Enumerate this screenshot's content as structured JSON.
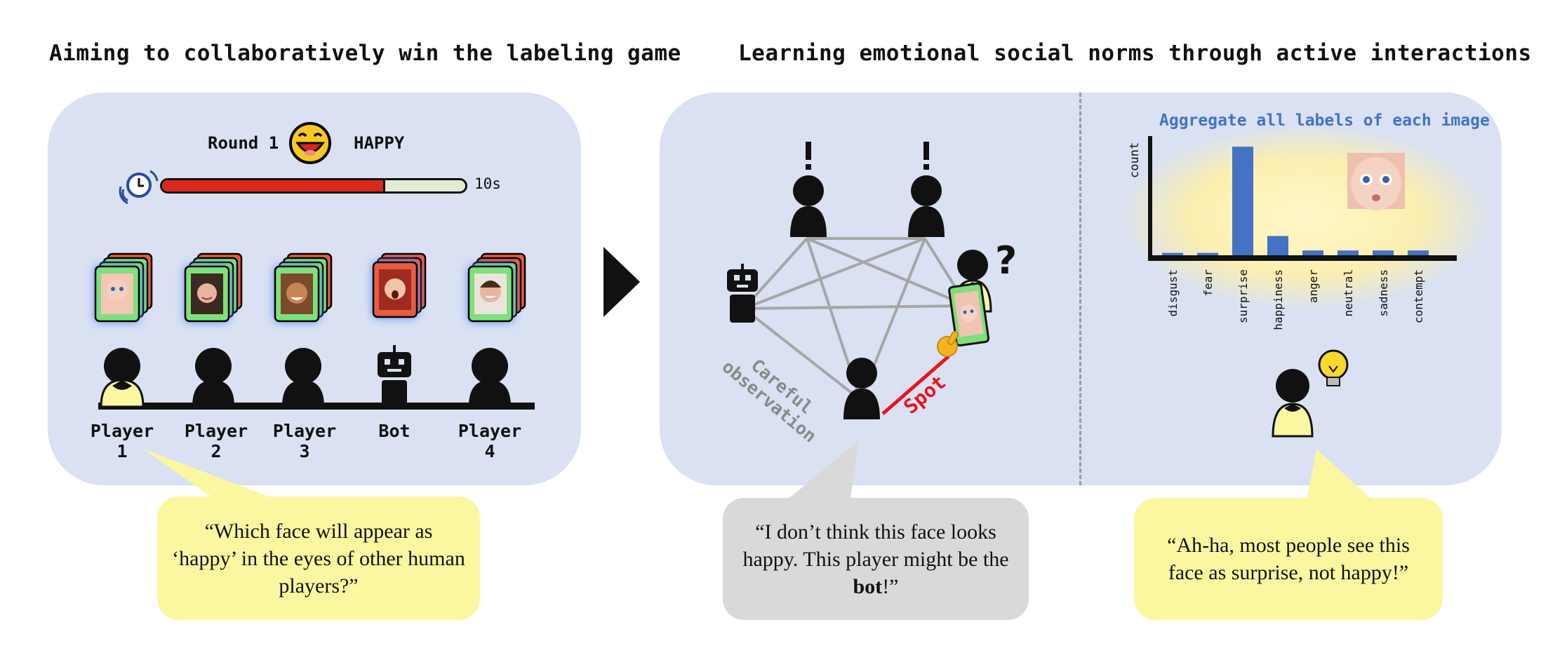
{
  "left": {
    "heading": "Aiming to collaboratively win the labeling game",
    "round_label": "Round 1",
    "emotion_label": "HAPPY",
    "timer_label": "10s",
    "timer_progress": 0.73,
    "players": [
      {
        "line1": "Player",
        "line2": "1"
      },
      {
        "line1": "Player",
        "line2": "2"
      },
      {
        "line1": "Player",
        "line2": "3"
      },
      {
        "line1": "Bot",
        "line2": ""
      },
      {
        "line1": "Player",
        "line2": "4"
      }
    ],
    "bubble_text": "“Which face will appear as ‘happy’ in the eyes of other human players?”"
  },
  "right": {
    "heading": "Learning emotional social norms through active interactions",
    "careful_line1": "Careful",
    "careful_line2": "observation",
    "spot_label": "Spot",
    "bubble_middle_pre": "“I don’t think this face looks happy. This player might be the ",
    "bubble_middle_bold": "bot",
    "bubble_middle_post": "!”",
    "bubble_right": "“Ah-ha, most people see this face as surprise, not happy!”"
  },
  "chart_data": {
    "type": "bar",
    "title": "Aggregate all labels of each image",
    "xlabel": "",
    "ylabel": "count",
    "categories": [
      "disgust",
      "fear",
      "surprise",
      "happiness",
      "anger",
      "neutral",
      "sadness",
      "contempt"
    ],
    "values": [
      1,
      1,
      45,
      8,
      2,
      2,
      2,
      2
    ],
    "ylim": [
      0,
      50
    ],
    "colors": {
      "bar": "#4472c4",
      "title": "#4472c4"
    }
  },
  "colors": {
    "panel": "#d9e1f2",
    "bubble_yellow": "#fbf7a0",
    "bubble_gray": "#d9d9d9",
    "timer_red": "#d9281c",
    "spot_red": "#e8141d"
  }
}
